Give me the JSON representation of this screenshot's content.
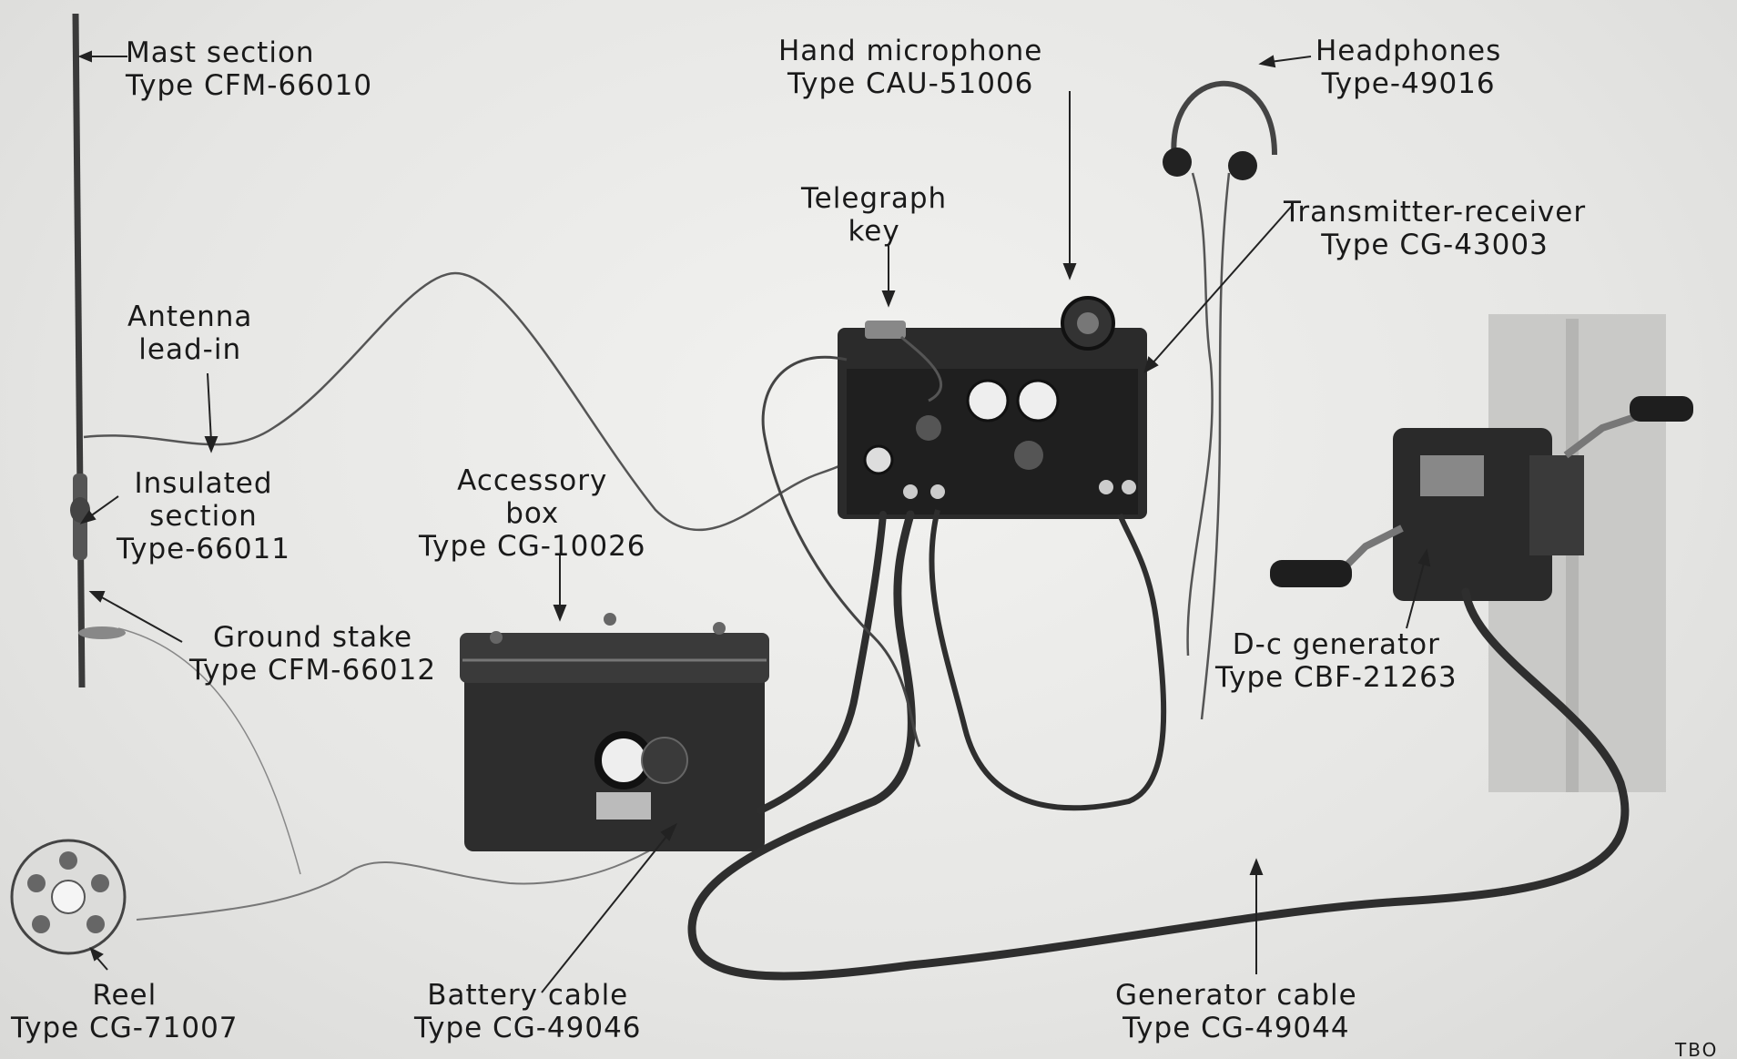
{
  "labels": {
    "mast": [
      "Mast section",
      "Type CFM-66010"
    ],
    "antenna": [
      "Antenna",
      "lead-in"
    ],
    "insulated": [
      "Insulated",
      "section",
      "Type-66011"
    ],
    "ground": [
      "Ground stake",
      "Type CFM-66012"
    ],
    "reel": [
      "Reel",
      "Type CG-71007"
    ],
    "accessory": [
      "Accessory",
      "box",
      "Type CG-10026"
    ],
    "battery": [
      "Battery cable",
      "Type CG-49046"
    ],
    "telegraph": [
      "Telegraph",
      "key"
    ],
    "microphone": [
      "Hand microphone",
      "Type CAU-51006"
    ],
    "headphones": [
      "Headphones",
      "Type-49016"
    ],
    "transmitter": [
      "Transmitter-receiver",
      "Type CG-43003"
    ],
    "generator": [
      "D-c generator",
      "Type CBF-21263"
    ],
    "gencable": [
      "Generator cable",
      "Type CG-49044"
    ],
    "code": "TBO"
  },
  "colors": {
    "ink": "#1a1a1a",
    "equipment": "#2b2b2b",
    "background": "#e9e9e7"
  }
}
